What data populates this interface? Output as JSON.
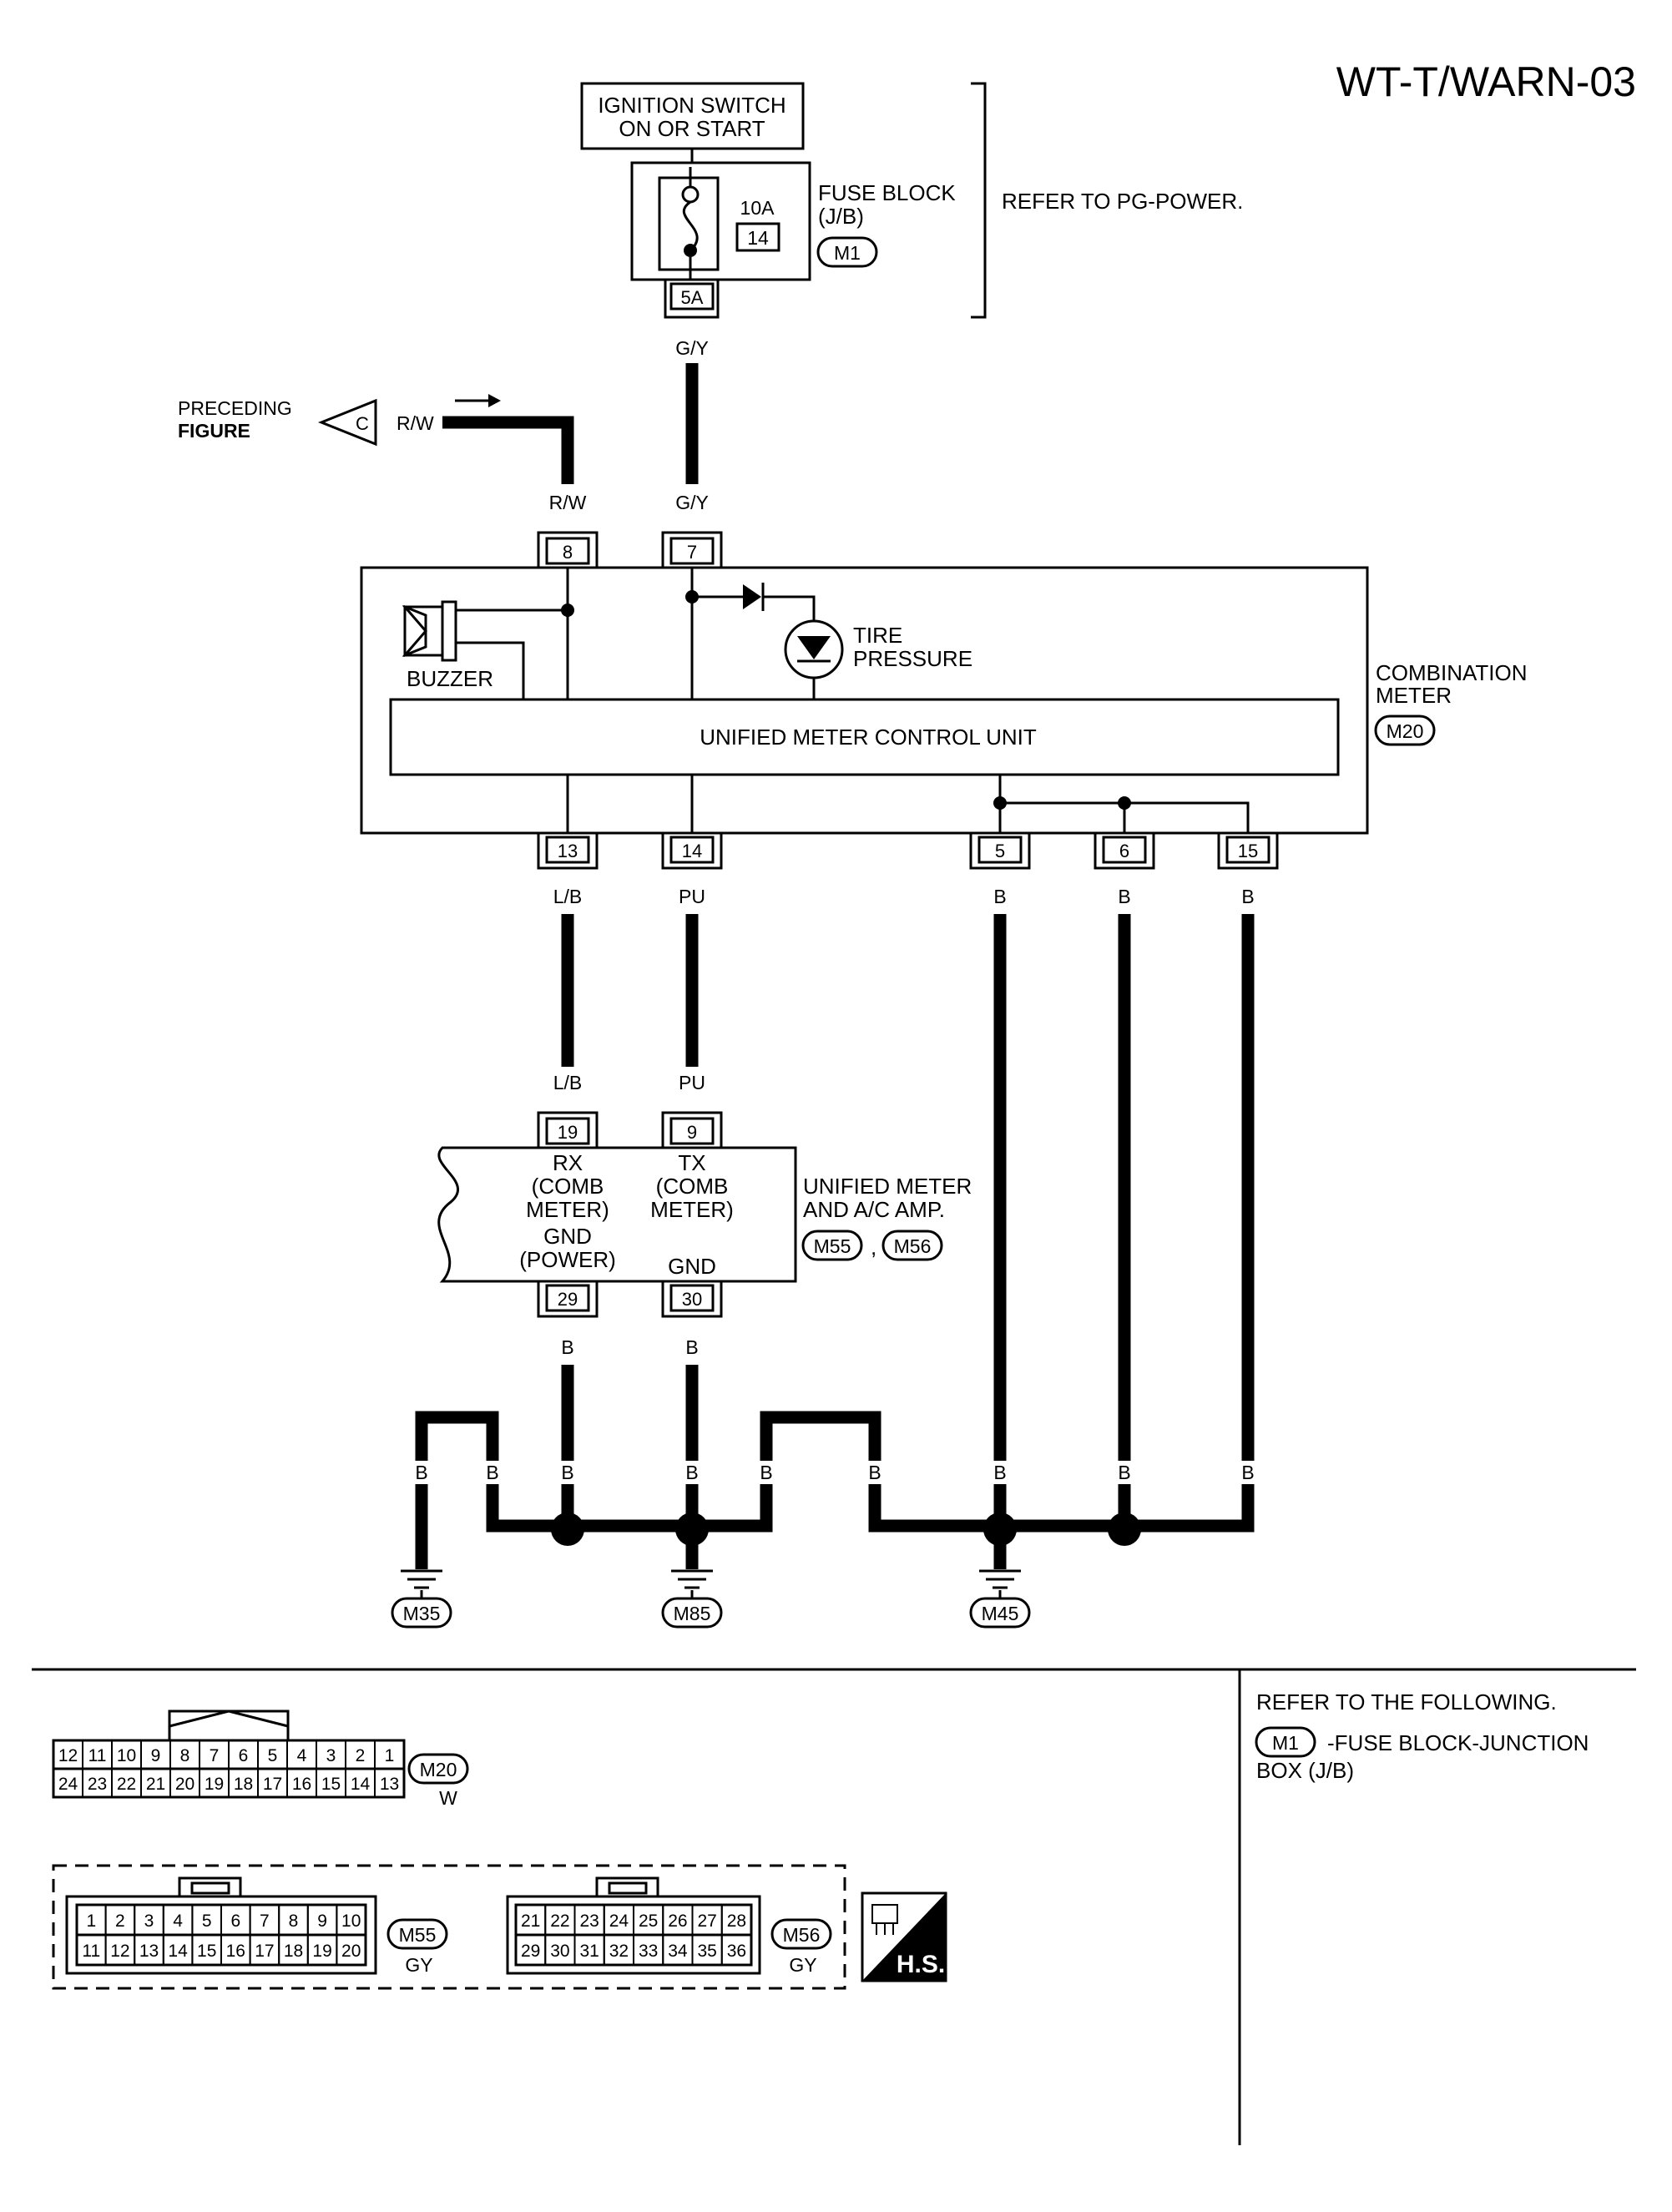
{
  "title": "WT-T/WARN-03",
  "ignition_switch": {
    "line1": "IGNITION SWITCH",
    "line2": "ON OR START"
  },
  "fuse": {
    "rating": "10A",
    "number": "14",
    "connector_pin": "5A",
    "label1": "FUSE BLOCK",
    "label2": "(J/B)",
    "connector": "M1"
  },
  "refer_note": "REFER TO PG-POWER.",
  "preceding": {
    "line1": "PRECEDING",
    "line2": "FIGURE",
    "marker": "C",
    "wire_color": "R/W"
  },
  "combination_meter": {
    "label1": "COMBINATION",
    "label2": "METER",
    "connector": "M20",
    "buzzer": "BUZZER",
    "tire_line1": "TIRE",
    "tire_line2": "PRESSURE",
    "control_unit": "UNIFIED METER CONTROL UNIT",
    "top_pins": [
      {
        "pin": "8",
        "wire": "R/W"
      },
      {
        "pin": "7",
        "wire": "G/Y"
      }
    ],
    "bottom_pins": [
      {
        "pin": "13",
        "wire": "L/B"
      },
      {
        "pin": "14",
        "wire": "PU"
      },
      {
        "pin": "5",
        "wire": "B"
      },
      {
        "pin": "6",
        "wire": "B"
      },
      {
        "pin": "15",
        "wire": "B"
      }
    ]
  },
  "fuse_wire_color": "G/Y",
  "amp": {
    "label1": "UNIFIED METER",
    "label2": "AND A/C AMP.",
    "connector_a": "M55",
    "connector_sep": ",",
    "connector_b": "M56",
    "pin_19": "19",
    "pin_9": "9",
    "pin_29": "29",
    "pin_30": "30",
    "wire_19": "L/B",
    "wire_9": "PU",
    "wire_29": "B",
    "wire_30": "B",
    "rx_line1": "RX",
    "rx_line2": "(COMB",
    "rx_line3": "METER)",
    "tx_line1": "TX",
    "tx_line2": "(COMB",
    "tx_line3": "METER)",
    "gnd_power1": "GND",
    "gnd_power2": "(POWER)",
    "gnd": "GND"
  },
  "ground_wire_labels": [
    "B",
    "B",
    "B",
    "B",
    "B",
    "B",
    "B",
    "B",
    "B"
  ],
  "grounds": [
    "M35",
    "M85",
    "M45"
  ],
  "refer_following": {
    "line1": "REFER TO THE FOLLOWING.",
    "connector": "M1",
    "line2": "-FUSE BLOCK-JUNCTION",
    "line3": "BOX (J/B)"
  },
  "connector_views": {
    "m20": {
      "name": "M20",
      "color": "W",
      "row1": [
        "12",
        "11",
        "10",
        "9",
        "8",
        "7",
        "6",
        "5",
        "4",
        "3",
        "2",
        "1"
      ],
      "row2": [
        "24",
        "23",
        "22",
        "21",
        "20",
        "19",
        "18",
        "17",
        "16",
        "15",
        "14",
        "13"
      ]
    },
    "m55": {
      "name": "M55",
      "color": "GY",
      "row1": [
        "1",
        "2",
        "3",
        "4",
        "5",
        "6",
        "7",
        "8",
        "9",
        "10"
      ],
      "row2": [
        "11",
        "12",
        "13",
        "14",
        "15",
        "16",
        "17",
        "18",
        "19",
        "20"
      ]
    },
    "m56": {
      "name": "M56",
      "color": "GY",
      "row1": [
        "21",
        "22",
        "23",
        "24",
        "25",
        "26",
        "27",
        "28"
      ],
      "row2": [
        "29",
        "30",
        "31",
        "32",
        "33",
        "34",
        "35",
        "36"
      ]
    },
    "hs_label": "H.S."
  }
}
